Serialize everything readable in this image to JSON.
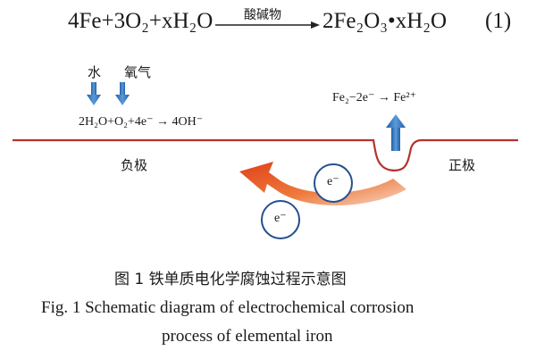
{
  "equation": {
    "reactants": "4Fe+3O₂+xH₂O",
    "condition": "酸碱物",
    "products": "2Fe₂O₃•xH₂O",
    "number": "(1)"
  },
  "labels": {
    "water": "水",
    "oxygen": "氧气",
    "cathode_reaction": "2H₂O+O₂+4e⁻ → 4OH⁻",
    "anode_reaction": "Fe₂−2e⁻ → Fe²⁺",
    "negative_electrode": "负极",
    "positive_electrode": "正极",
    "electron_1": "e⁻",
    "electron_2": "e⁻"
  },
  "caption": {
    "chinese": "图 1  铁单质电化学腐蚀过程示意图",
    "english_line1": "Fig. 1  Schematic diagram of electrochemical corrosion",
    "english_line2": "process of elemental iron"
  },
  "colors": {
    "surface_line": "#b5322f",
    "blue_arrow": "#2f6fb5",
    "orange_arrow": "#e8541f",
    "electron_circle": "#24508f"
  }
}
